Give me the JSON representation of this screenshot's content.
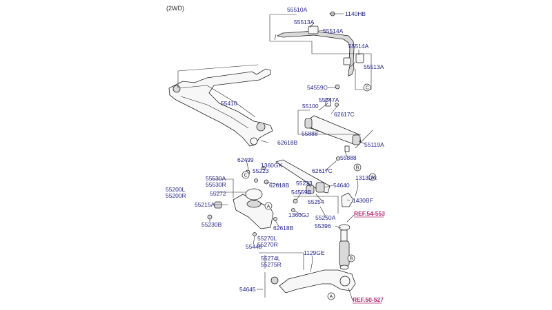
{
  "header": {
    "variant": "(2WD)"
  },
  "labels": {
    "p55510A": "55510A",
    "p1140HB": "1140HB",
    "p55513A_top": "55513A",
    "p55514A_top": "55514A",
    "p55514A_right": "55514A",
    "p55513A_right": "55513A",
    "p54559C": "54559C",
    "p55410": "55410",
    "p55100": "55100",
    "p55347A": "55347A",
    "p62617C_top": "62617C",
    "p55888_a": "55888",
    "p62618B_a": "62618B",
    "p55119A": "55119A",
    "p55888_b": "55888",
    "p62499": "62499",
    "p1360GK": "1360GK",
    "p55223": "55223",
    "p62617C_bottom": "62617C",
    "p55530A": "55530A",
    "p55530R": "55530R",
    "p62618B_b": "62618B",
    "p55233": "55233",
    "p54640": "54640",
    "p1313DA": "1313DA",
    "p55200L": "55200L",
    "p55200R": "55200R",
    "p55272": "55272",
    "p54559B": "54559B",
    "p55254": "55254",
    "p1430BF": "1430BF",
    "p55215A": "55215A",
    "p1360GJ": "1360GJ",
    "p55250A": "55250A",
    "p55230B": "55230B",
    "p62618B_c": "62618B",
    "p55396": "55396",
    "p55448": "55448",
    "p55270L": "55270L",
    "p55270R": "55270R",
    "p55274L": "55274L",
    "p55275R": "55275R",
    "p1129GE": "1129GE",
    "p54645": "54645"
  },
  "refs": {
    "ref_top": "REF.54-553",
    "ref_bottom": "REF.50-527"
  },
  "callouts": {
    "c_left": "C",
    "c_right": "C",
    "b_upper": "B",
    "b_lower": "B",
    "a_left": "A",
    "a_right": "A",
    "a_bottom": "A"
  },
  "colors": {
    "label": "#23238f",
    "ref": "#b0206e",
    "line": "#222222"
  }
}
